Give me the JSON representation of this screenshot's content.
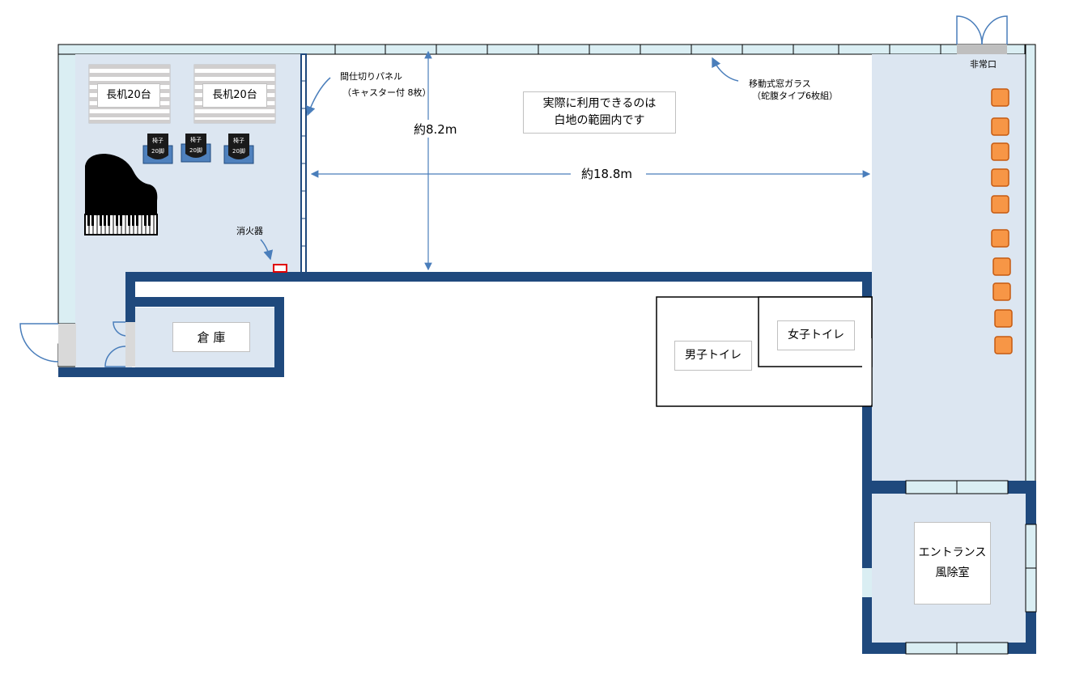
{
  "labels": {
    "tables_1": "長机20台",
    "tables_2": "長机20台",
    "chair_label_line1": "椅子",
    "chair_label_line2": "20脚",
    "partition_line1": "間仕切りパネル",
    "partition_line2": "（キャスター付 8枚）",
    "window_line1": "移動式窓ガラス",
    "window_line2": "（蛇腹タイプ6枚組）",
    "usable_note": "実際に利用できるのは\n白地の範囲内です",
    "height_dim": "約8.2m",
    "width_dim": "約18.8m",
    "extinguisher": "消火器",
    "storage": "倉 庫",
    "mens_toilet": "男子トイレ",
    "womens_toilet": "女子トイレ",
    "emergency_exit": "非常口",
    "entrance": "エントランス\n風除室"
  },
  "colors": {
    "wall": "#1f497d",
    "floor_blue": "#dce6f1",
    "window_blue": "#daeef3",
    "stool_orange": "#f79646",
    "arrow": "#4a7ebb",
    "extinguisher_red": "#e00000"
  },
  "stool_count": 10
}
